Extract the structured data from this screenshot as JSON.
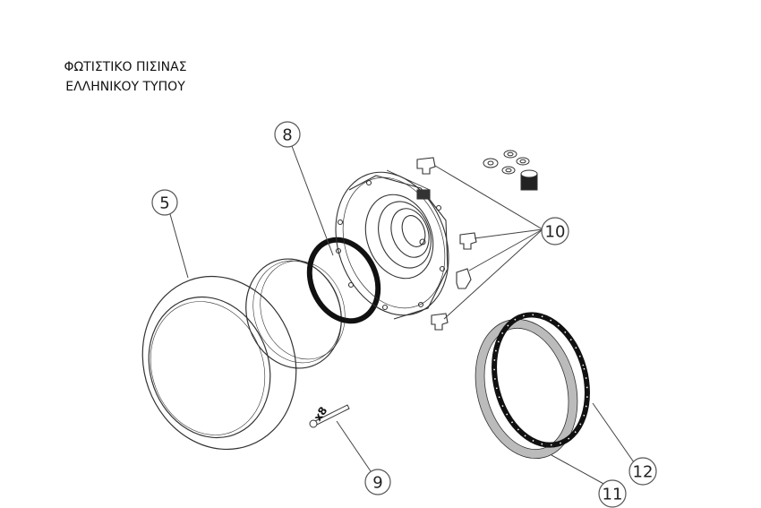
{
  "title": {
    "line1": "ΦΩΤΙΣΤΙΚΟ ΠΙΣΙΝΑΣ",
    "line2": "ΕΛΛΗΝΙΚΟΥ ΤΥΠΟΥ"
  },
  "callouts": [
    {
      "id": "c5",
      "label": "5",
      "part": "front-frame-ring"
    },
    {
      "id": "c8",
      "label": "8",
      "part": "lens-gasket"
    },
    {
      "id": "c9",
      "label": "9",
      "part": "screw"
    },
    {
      "id": "c10",
      "label": "10",
      "part": "mounting-clips"
    },
    {
      "id": "c11",
      "label": "11",
      "part": "clamping-ring"
    },
    {
      "id": "c12",
      "label": "12",
      "part": "ring-gasket"
    }
  ],
  "screw_quantity": "x8",
  "colors": {
    "line": "#333333",
    "gasket": "#111111",
    "callout_stroke": "#555555"
  }
}
